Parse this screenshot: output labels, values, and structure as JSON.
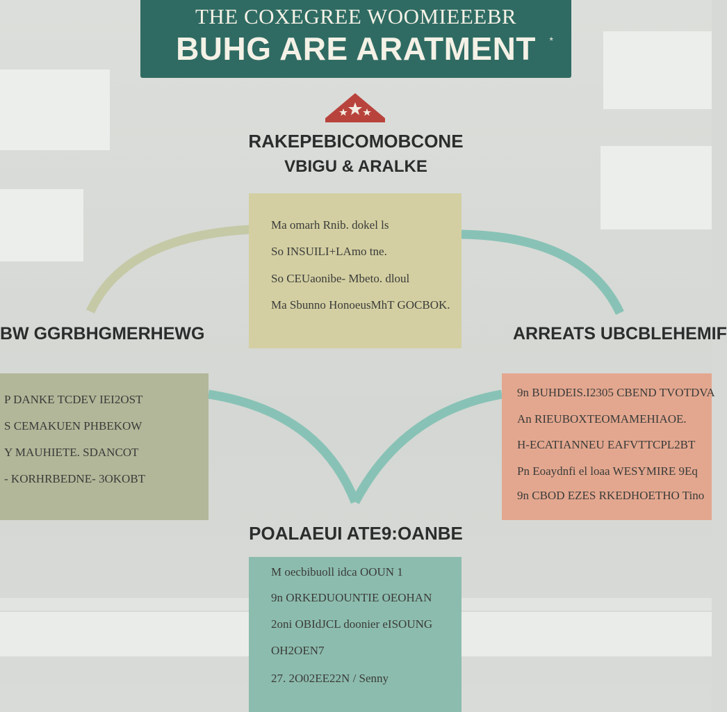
{
  "colors": {
    "banner": "#2f6b63",
    "roof": "#b8433c",
    "connector_left": "#c5c9a6",
    "connector_right": "#88c2b6",
    "box_top": "#d3cfa2",
    "box_left": "#b1b798",
    "box_right": "#e3a78f",
    "box_bottom": "#8cbcad"
  },
  "title": {
    "subtitle": "THE COXEGREE WOOMIEEEBR",
    "main": "BUHG ARE ARATMENT",
    "mark": "*"
  },
  "roof_icon": "house-roof-star-icon",
  "center_heading": {
    "line1": "RAKEPEBICOMOBCONE",
    "line2": "VBIGU & ARALKE"
  },
  "top_box": {
    "lines": [
      "Ma omarh Rnib. dokel ls",
      "So INSUILI+LAmo tne.",
      "So CEUaonibe- Mbeto. dloul",
      "Ma Sbunno HonoeusMhT GOCBOK."
    ]
  },
  "left_section": {
    "heading": "BW GGRBHGMERHEWG",
    "lines": [
      "P DANKE TCDEV IEI2OST",
      "S CEMAKUEN PHBEKOW",
      "Y MAUHIETE. SDANCOT",
      "- KORHRBEDNE- 3OKOBT"
    ]
  },
  "right_section": {
    "heading": "ARREATS UBCBLEHEMIF",
    "lines": [
      "9n BUHDEIS.I2305  CBEND TVOTDVA",
      "An RIEUBOXTEOMAMEHIAOE.",
      "H-ECATIANNEU EAFVTTCPL2BT",
      "Pn Eoaydnfi el loaa WESYMIRE 9Eq",
      "9n CBOD EZES RKEDHOETHO Tino"
    ]
  },
  "bottom_section": {
    "heading": "POALAEUI ATE9:OANBE",
    "lines": [
      "M oecbibuoll idca  OOUN 1",
      "9n ORKEDUOUNTIE  OEOHAN",
      "2oni OBIdJCL doonier eISOUNG",
      "OH2OEN7",
      "27. 2O02EE22N / Senny"
    ]
  }
}
